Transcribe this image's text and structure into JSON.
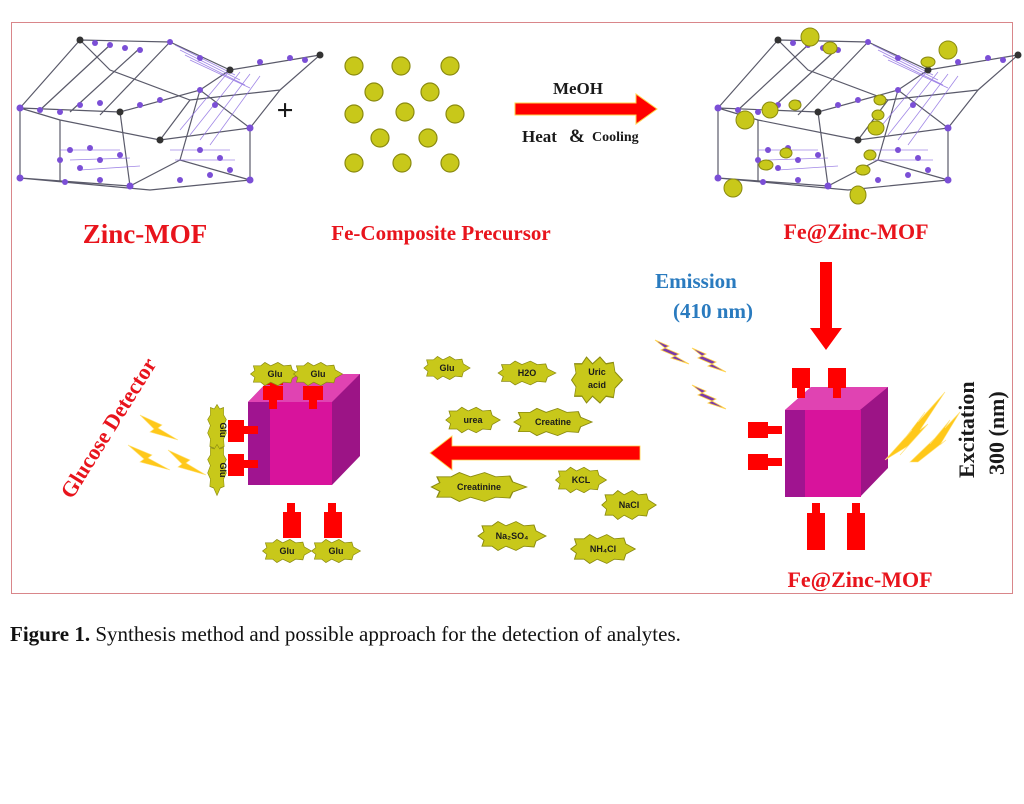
{
  "figure": {
    "labels": {
      "zinc_mof": "Zinc-MOF",
      "plus": "+",
      "fe_precursor": "Fe-Composite Precursor",
      "reagent": "MeOH",
      "condition_heat": "Heat",
      "condition_amp": "&",
      "condition_cooling": "Cooling",
      "fe_zinc_mof_top": "Fe@Zinc-MOF",
      "fe_zinc_mof_bottom": "Fe@Zinc-MOF",
      "emission_title": "Emission",
      "emission_value": "(410 nm)",
      "excitation_title": "Excitation",
      "excitation_value": "300 (nm)",
      "glucose_detector": "Glucose Detector"
    },
    "analytes": [
      "Glu",
      "H2O",
      "Uric acid",
      "urea",
      "Creatine",
      "Creatinine",
      "KCL",
      "NaCl",
      "Na2SO4",
      "NH4Cl"
    ],
    "bound_analytes": [
      "Glu",
      "Glu",
      "Glu",
      "Glu",
      "Glu",
      "Glu"
    ],
    "colors": {
      "arrow": "#ff0000",
      "cube_front": "#d8139c",
      "cube_top": "#e043b2",
      "cube_side": "#9c1486",
      "particle": "#c8c81a",
      "mof_node": "#7b4fd6",
      "label_red": "#e8141c",
      "label_blue": "#2a7bbf",
      "bolt_yellow": "#ffc81a",
      "bolt_purple": "#7a3aa8"
    }
  },
  "caption": {
    "label": "Figure 1.",
    "text": " Synthesis method and possible approach for the detection of analytes."
  }
}
